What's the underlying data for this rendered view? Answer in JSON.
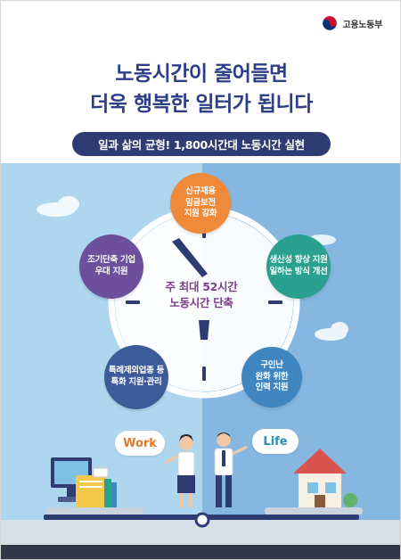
{
  "ministry": {
    "name": "고용노동부"
  },
  "headline": {
    "line1": "노동시간이 줄어들면",
    "line2": "더욱 행복한 일터가 됩니다"
  },
  "subtitle": "일과 삶의 균형! 1,800시간대 노동시간 실현",
  "clock": {
    "center_line1": "주 최대 52시간",
    "center_line2": "노동시간 단축"
  },
  "support_items": [
    {
      "label": "신규채용\n임금보전\n지원 강화",
      "color": "#ee8a3a"
    },
    {
      "label": "조기단축 기업\n우대 지원",
      "color": "#6e4f9c"
    },
    {
      "label": "생산성 향상 지원\n일하는 방식 개선",
      "color": "#2aa08f"
    },
    {
      "label": "특례제외업종 등\n특화 지원·관리",
      "color": "#3d5a99"
    },
    {
      "label": "구인난\n완화 위한\n인력 지원",
      "color": "#3f86c1"
    }
  ],
  "balance": {
    "work_label": "Work",
    "life_label": "Life"
  },
  "colors": {
    "headline": "#2c3e86",
    "pill": "#2f3b73",
    "bg_left": "#aed6ef",
    "bg_right": "#86b7e0"
  }
}
